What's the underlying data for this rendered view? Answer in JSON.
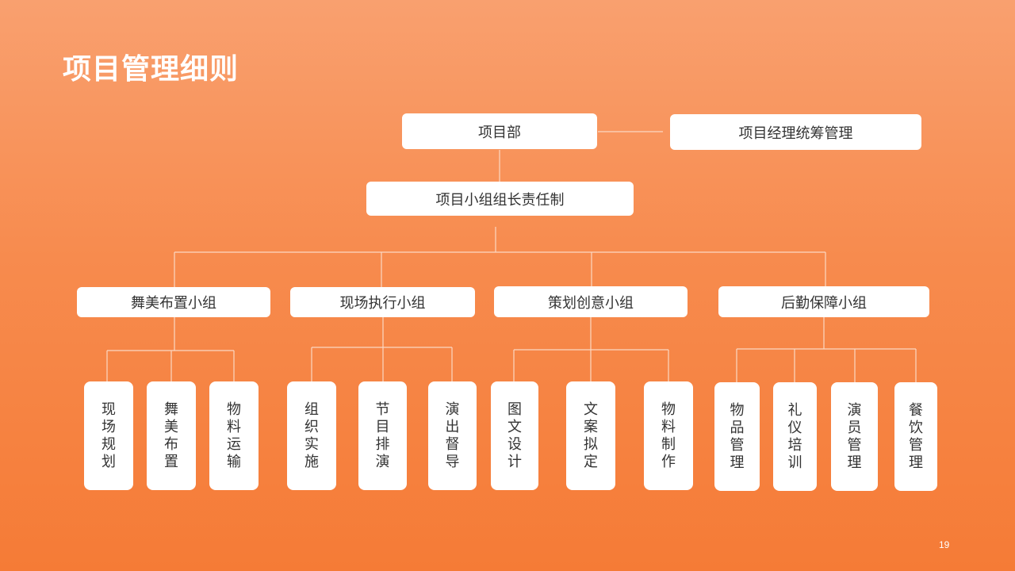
{
  "title": "项目管理细则",
  "page_number": "19",
  "top": {
    "dept": "项目部",
    "manager": "项目经理统筹管理"
  },
  "leader": "项目小组组长责任制",
  "groups": [
    {
      "name": "舞美布置小组",
      "tasks": [
        "现场规划",
        "舞美布置",
        "物料运输"
      ]
    },
    {
      "name": "现场执行小组",
      "tasks": [
        "组织实施",
        "节目排演",
        "演出督导"
      ]
    },
    {
      "name": "策划创意小组",
      "tasks": [
        "图文设计",
        "文案拟定",
        "物料制作"
      ]
    },
    {
      "name": "后勤保障小组",
      "tasks": [
        "物品管理",
        "礼仪培训",
        "演员管理",
        "餐饮管理"
      ]
    }
  ]
}
